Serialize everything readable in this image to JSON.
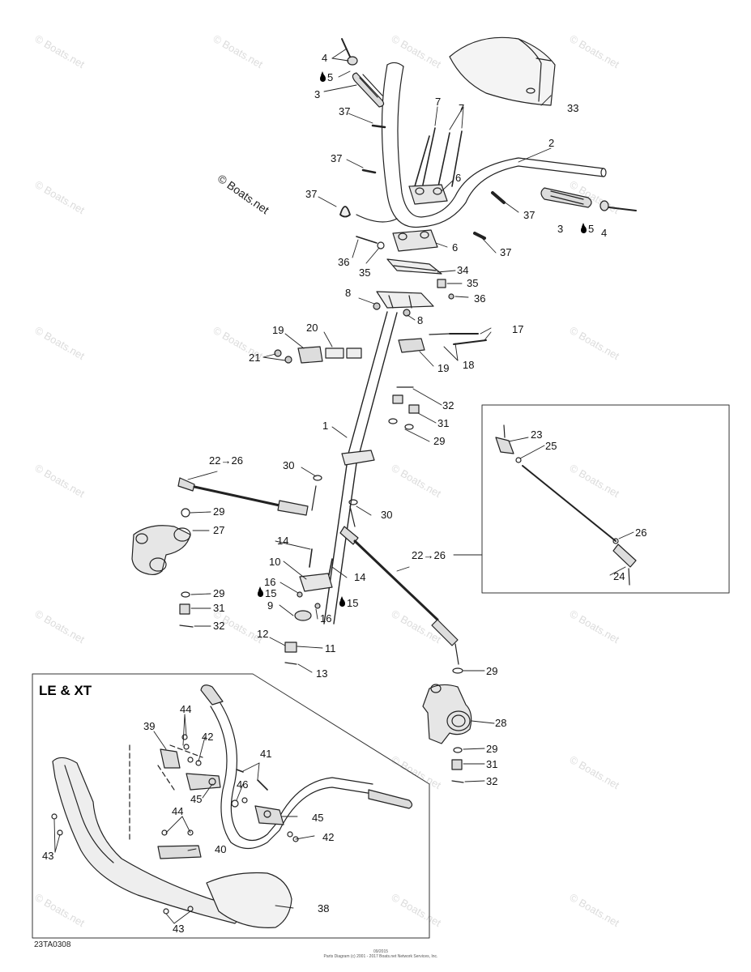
{
  "diagram": {
    "watermark_text": "© Boats.net",
    "copyright_text": "© Boats.net",
    "inset_title": "LE & XT",
    "drawing_code": "23TA0308",
    "footer_line1": "09/2015",
    "footer_line2": "Parts Diagram (c) 2001 - 2017 Boats.net Network Services, Inc.",
    "part_labels": {
      "p1": "1",
      "p2": "2",
      "p3a": "3",
      "p3b": "3",
      "p4a": "4",
      "p4b": "4",
      "p5a": "5",
      "p5b": "5",
      "p6a": "6",
      "p6b": "6",
      "p7a": "7",
      "p7b": "7",
      "p8a": "8",
      "p8b": "8",
      "p9": "9",
      "p10": "10",
      "p11": "11",
      "p12": "12",
      "p13": "13",
      "p14a": "14",
      "p14b": "14",
      "p15a": "15",
      "p15b": "15",
      "p16a": "16",
      "p16b": "16",
      "p17": "17",
      "p18": "18",
      "p19a": "19",
      "p19b": "19",
      "p20": "20",
      "p21": "21",
      "p22a": "22→26",
      "p22b": "22→26",
      "p23": "23",
      "p24": "24",
      "p25": "25",
      "p26": "26",
      "p27": "27",
      "p28": "28",
      "p29a": "29",
      "p29b": "29",
      "p29c": "29",
      "p29d": "29",
      "p29e": "29",
      "p30a": "30",
      "p30b": "30",
      "p31a": "31",
      "p31b": "31",
      "p31c": "31",
      "p32a": "32",
      "p32b": "32",
      "p32c": "32",
      "p33": "33",
      "p34": "34",
      "p35a": "35",
      "p35b": "35",
      "p36a": "36",
      "p36b": "36",
      "p37a": "37",
      "p37b": "37",
      "p37c": "37",
      "p37d": "37",
      "p37e": "37",
      "p38": "38",
      "p39": "39",
      "p40": "40",
      "p41": "41",
      "p42a": "42",
      "p42b": "42",
      "p43a": "43",
      "p43b": "43",
      "p44a": "44",
      "p44b": "44",
      "p45a": "45",
      "p45b": "45",
      "p46": "46"
    }
  }
}
